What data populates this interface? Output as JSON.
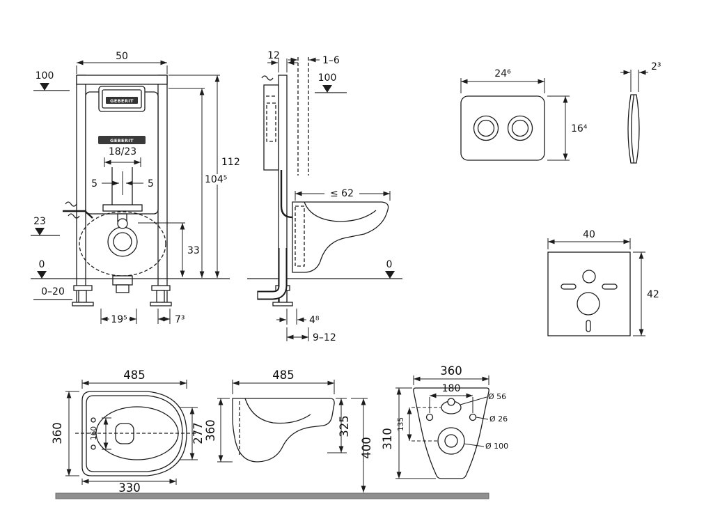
{
  "drawing": {
    "brand": "GEBERIT",
    "frame_front": {
      "width": "50",
      "level_100": "100",
      "height_total": "112",
      "height_cistern": "104⁵",
      "tank_label": "18/23",
      "offset_left": "5",
      "offset_right": "5",
      "supply_height": "23",
      "outlet_height": "33",
      "level_zero": "0",
      "floor_range": "0–20",
      "base_depth": "19⁵",
      "wall_gap": "7³"
    },
    "frame_side": {
      "frame_depth": "12",
      "finish_range": "1–6",
      "level_100": "100",
      "bowl_depth_max": "≤ 62",
      "level_zero": "0",
      "outlet_offset": "4⁸",
      "drain_range": "9–12"
    },
    "flush_plate": {
      "width": "24⁶",
      "height": "16⁴",
      "thickness": "2³"
    },
    "insulation_mat": {
      "width": "40",
      "height": "42"
    },
    "bowl_top": {
      "length": "485",
      "width": "360",
      "seat_width": "277",
      "inner_width": "160",
      "length_inner": "330"
    },
    "bowl_side": {
      "length": "485",
      "height_back": "360",
      "height_front": "325",
      "height_floor": "400"
    },
    "bowl_back": {
      "width": "360",
      "bolt_spacing": "180",
      "inlet_dia": "Ø 56",
      "bolt_dia": "Ø 26",
      "inlet_drop": "135",
      "drain_dia": "Ø 100",
      "height": "310"
    }
  }
}
